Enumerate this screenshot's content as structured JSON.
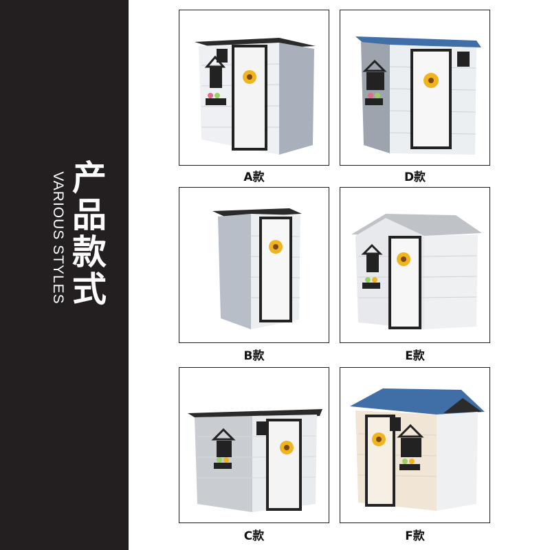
{
  "sidebar": {
    "title_cn": [
      "产",
      "品",
      "款",
      "式"
    ],
    "title_en": "VARIOUS STYLES",
    "background": "#231f20"
  },
  "products": [
    {
      "label": "A款"
    },
    {
      "label": "D款"
    },
    {
      "label": "B款"
    },
    {
      "label": "E款"
    },
    {
      "label": "C款"
    },
    {
      "label": "F款"
    }
  ]
}
